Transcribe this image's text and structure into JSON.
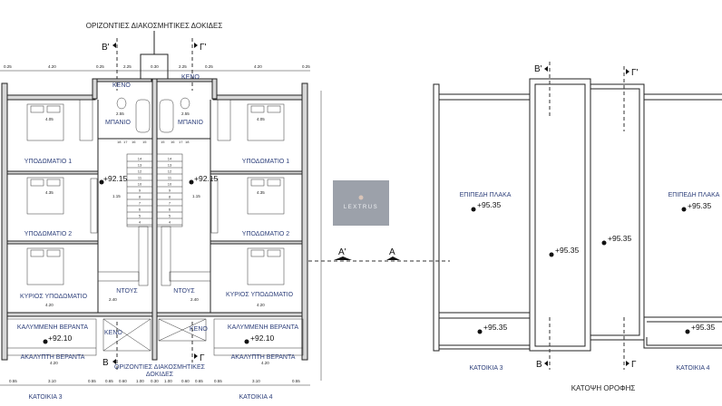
{
  "ground_plan": {
    "beam_note_top": "ΟΡΙΖΟΝΤΙΕΣ ΔΙΑΚΟΣΜΗΤΙΚΕΣ ΔΟΚΙΔΕΣ",
    "beam_note_bottom_1": "ΟΡΙΖΟΝΤΙΕΣ ΔΙΑΚΟΣΜΗΤΙΚΕΣ",
    "beam_note_bottom_2": "ΔΟΚΙΔΕΣ",
    "section_b_top": "Β'",
    "section_g_top": "Γ'",
    "section_b_bottom": "Β",
    "section_g_bottom": "Γ",
    "section_a_prime": "Α'",
    "section_a": "Α",
    "top_dims": [
      "0.25",
      "4.20",
      "0.25",
      "2.25",
      "0.30",
      "2.25",
      "0.25",
      "4.20",
      "0.25"
    ],
    "bottom_dims": [
      "0.55",
      "3.10",
      "0.55",
      "0.65",
      "0.60",
      "1.00",
      "0.30",
      "1.00",
      "0.60",
      "0.65",
      "0.55",
      "3.10",
      "0.55"
    ],
    "void_top_left": "ΚΕΝΟ",
    "void_top_right": "ΚΕΝΟ",
    "void_bottom_left": "ΚΕΝΟ",
    "void_bottom_right": "ΚΕΝΟ",
    "bathroom_left": "ΜΠΑΝΙΟ",
    "bathroom_right": "ΜΠΑΝΙΟ",
    "shower_left": "ΝΤΟΥΣ",
    "shower_right": "ΝΤΟΥΣ",
    "bedroom1_left": "ΥΠΟΔΩΜΑΤΙΟ 1",
    "bedroom1_right": "ΥΠΟΔΩΜΑΤΙΟ 1",
    "bedroom2_left": "ΥΠΟΔΩΜΑΤΙΟ 2",
    "bedroom2_right": "ΥΠΟΔΩΜΑΤΙΟ 2",
    "master_left": "ΚΥΡΙΟΣ ΥΠΟΔΩΜΑΤΙΟ",
    "master_right": "ΚΥΡΙΟΣ ΥΠΟΔΩΜΑΤΙΟ",
    "level_floor_left": "+92.15",
    "level_floor_right": "+92.15",
    "covered_veranda_left": "ΚΑΛΥΜΜΕΝΗ ΒΕΡΑΝΤΑ",
    "covered_veranda_right": "ΚΑΛΥΜΜΕΝΗ ΒΕΡΑΝΤΑ",
    "level_veranda_left": "+92.10",
    "level_veranda_right": "+92.10",
    "open_veranda_left": "ΑΚΑΛΥΠΤΗ ΒΕΡΑΝΤΑ",
    "open_veranda_right": "ΑΚΑΛΥΠΤΗ ΒΕΡΑΝΤΑ",
    "house_left": "ΚΑΤΟΙΚΙΑ 3",
    "house_right": "ΚΑΤΟΙΚΙΑ 4",
    "room_dims": {
      "bed1": "4.05",
      "bed2": "4.35",
      "master": "4.20",
      "bath": "2.55",
      "hall": "1.15",
      "veranda": "4.20",
      "shower": "2.40"
    },
    "stair_top_left": [
      "18",
      "17",
      "16",
      "15"
    ],
    "stair_top_right": [
      "15",
      "16",
      "17",
      "18"
    ],
    "stair_steps": [
      "14",
      "13",
      "12",
      "11",
      "10",
      "9",
      "8",
      "7",
      "6",
      "5",
      "4"
    ]
  },
  "roof_plan": {
    "title": "ΚΑΤΟΨΗ ΟΡΟΦΗΣ",
    "flat_slab_left": "ΕΠΙΠΕΔΗ ΠΛΑΚΑ",
    "flat_slab_right": "ΕΠΙΠΕΔΗ ΠΛΑΚΑ",
    "levels": [
      "+95.35",
      "+95.35",
      "+95.35",
      "+95.35",
      "+95.35",
      "+95.35"
    ],
    "section_b_top": "Β'",
    "section_g_top": "Γ'",
    "section_b_bottom": "Β",
    "section_g_bottom": "Γ",
    "house_left": "ΚΑΤΟΙΚΙΑ 3",
    "house_right": "ΚΑΤΟΙΚΙΑ 4"
  },
  "watermark": {
    "text": "LEXTRUS",
    "color": "#9ca1aa"
  }
}
